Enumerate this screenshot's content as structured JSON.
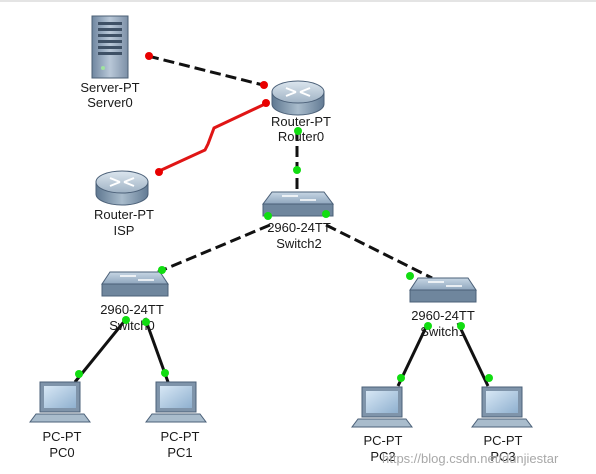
{
  "devices": {
    "server0": {
      "type_label": "Server-PT",
      "name": "Server0"
    },
    "router0": {
      "type_label": "Router-PT",
      "name": "Router0"
    },
    "isp": {
      "type_label": "Router-PT",
      "name": "ISP"
    },
    "switch2": {
      "type_label": "2960-24TT",
      "name": "Switch2"
    },
    "switch0": {
      "type_label": "2960-24TT",
      "name": "Switch0"
    },
    "switch1": {
      "type_label": "2960-24TT",
      "name": "Switch1"
    },
    "pc0": {
      "type_label": "PC-PT",
      "name": "PC0"
    },
    "pc1": {
      "type_label": "PC-PT",
      "name": "PC1"
    },
    "pc2": {
      "type_label": "PC-PT",
      "name": "PC2"
    },
    "pc3": {
      "type_label": "PC-PT",
      "name": "PC3"
    }
  },
  "links": [
    {
      "from": "server0",
      "to": "router0",
      "style": "dashed",
      "end_a": "red",
      "end_b": "red"
    },
    {
      "from": "router0",
      "to": "isp",
      "style": "serial-red",
      "end_a": "red",
      "end_b": "red"
    },
    {
      "from": "router0",
      "to": "switch2",
      "style": "dashed",
      "end_a": "green",
      "end_b": "green"
    },
    {
      "from": "switch2",
      "to": "switch0",
      "style": "dashed",
      "end_a": "green",
      "end_b": "green"
    },
    {
      "from": "switch2",
      "to": "switch1",
      "style": "dashed",
      "end_a": "green",
      "end_b": "green"
    },
    {
      "from": "switch0",
      "to": "pc0",
      "style": "solid",
      "end_a": "green",
      "end_b": "green"
    },
    {
      "from": "switch0",
      "to": "pc1",
      "style": "solid",
      "end_a": "green",
      "end_b": "green"
    },
    {
      "from": "switch1",
      "to": "pc2",
      "style": "solid",
      "end_a": "green",
      "end_b": "green"
    },
    {
      "from": "switch1",
      "to": "pc3",
      "style": "solid",
      "end_a": "green",
      "end_b": "green"
    }
  ],
  "colors": {
    "link_up": "#11dd11",
    "link_down": "#e80000",
    "serial_link": "#e01515",
    "ethernet_link": "#111111"
  },
  "watermark": "https://blog.csdn.net/dunjiestar"
}
